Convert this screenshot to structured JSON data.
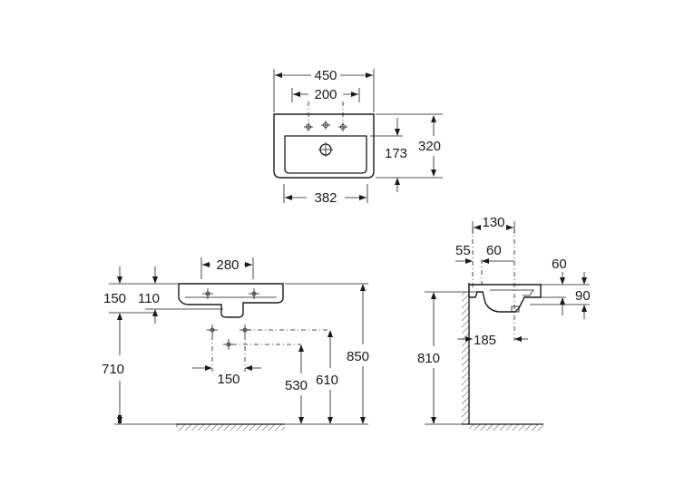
{
  "top_view": {
    "overall_width": "450",
    "tap_spacing": "200",
    "basin_width": "382",
    "basin_depth": "173",
    "overall_depth": "320"
  },
  "front_view": {
    "tap_spacing": "280",
    "rim_offset_outer": "150",
    "rim_offset_inner": "110",
    "waste_spacing": "150",
    "floor_to_mount": "710",
    "floor_to_waste_low": "530",
    "floor_to_waste_high": "610",
    "floor_to_rim": "850"
  },
  "side_view": {
    "projection": "130",
    "wall_to_tap": "55",
    "tap_offset": "60",
    "rim_thickness_top": "60",
    "rim_height": "90",
    "waste_projection": "185",
    "floor_to_support": "810"
  }
}
